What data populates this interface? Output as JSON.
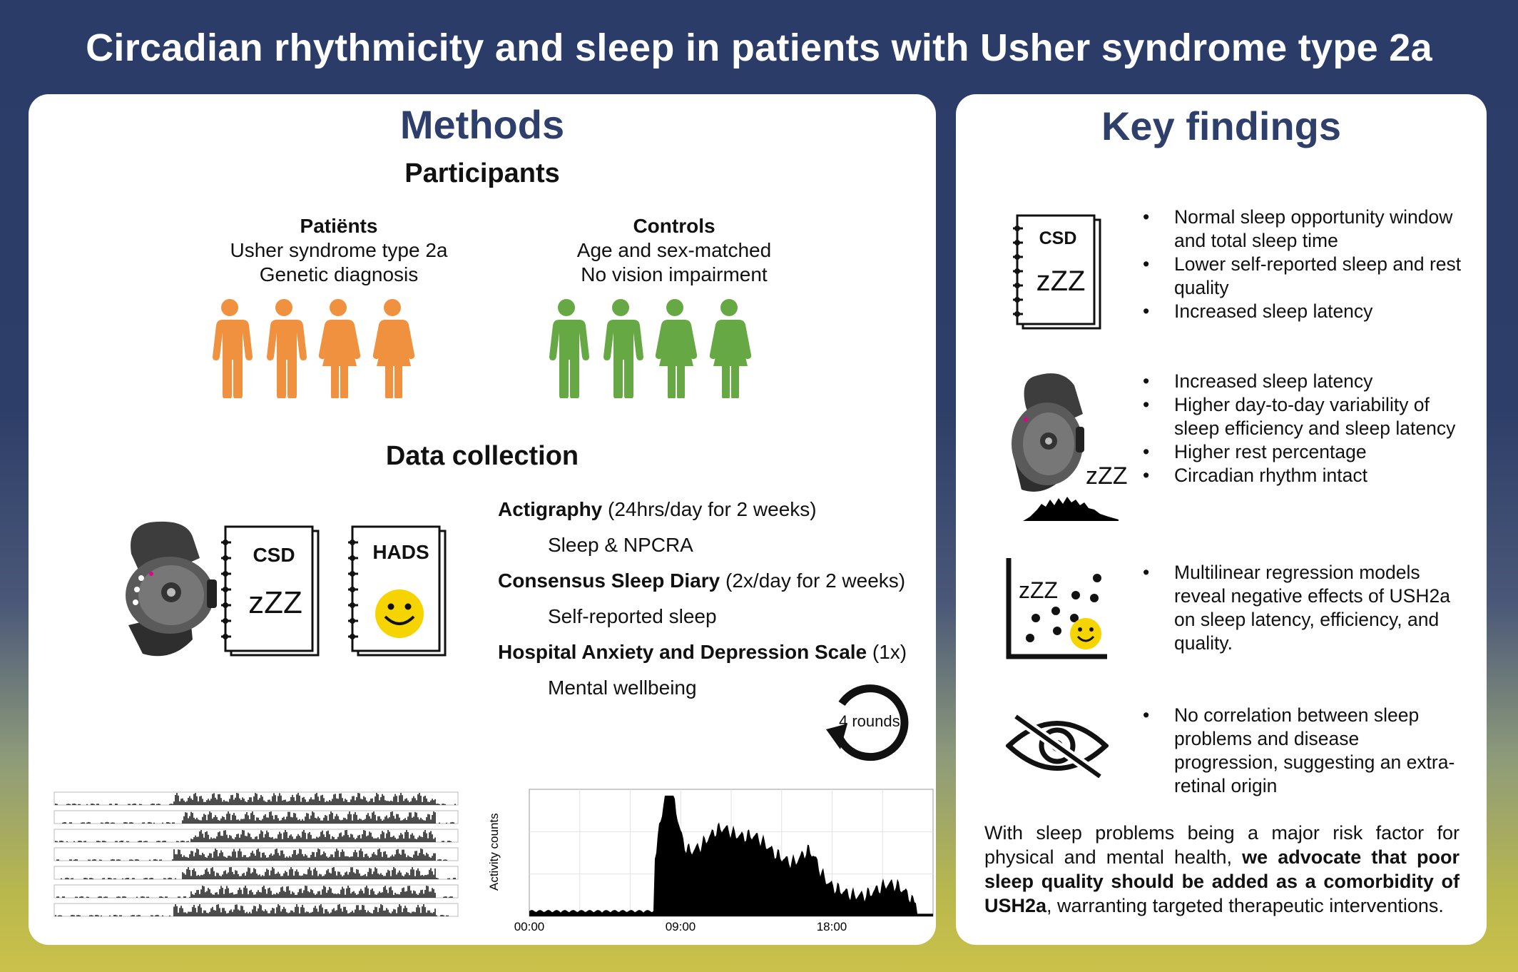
{
  "title": "Circadian rhythmicity and sleep in patients with Usher syndrome type 2a",
  "methods": {
    "heading": "Methods",
    "participants_heading": "Participants",
    "patients": {
      "title": "Patiënts",
      "line1": "Usher syndrome type 2a",
      "line2": "Genetic diagnosis",
      "figure_color": "#f0913f"
    },
    "controls": {
      "title": "Controls",
      "line1": "Age and sex-matched",
      "line2": "No vision impairment",
      "figure_color": "#66a944"
    },
    "data_collection_heading": "Data collection",
    "notebook_csd_label": "CSD",
    "notebook_hads_label": "HADS",
    "zzz": "zZZ",
    "items": [
      {
        "bold": "Actigraphy",
        "rest": " (24hrs/day for 2 weeks)"
      },
      {
        "sub": "Sleep & NPCRA"
      },
      {
        "bold": "Consensus Sleep Diary",
        "rest": " (2x/day for 2 weeks)"
      },
      {
        "sub": "Self-reported sleep"
      },
      {
        "bold": "Hospital Anxiety and Depression Scale",
        "rest": " (1x)"
      },
      {
        "sub": "Mental wellbeing"
      }
    ],
    "rounds_label": "4 rounds",
    "activity_chart": {
      "ylabel": "Activity counts",
      "xticks": [
        "00:00",
        "09:00",
        "18:00"
      ]
    }
  },
  "findings": {
    "heading": "Key findings",
    "csd_label": "CSD",
    "zzz": "zZZ",
    "group1": [
      "Normal sleep opportunity window and total sleep time",
      "Lower self-reported sleep and rest quality",
      "Increased sleep latency"
    ],
    "group2": [
      "Increased sleep latency",
      "Higher day-to-day variability of sleep efficiency and sleep latency",
      "Higher rest percentage",
      "Circadian rhythm intact"
    ],
    "group3": [
      "Multilinear regression models reveal negative effects of USH2a on sleep latency, efficiency, and quality."
    ],
    "group4": [
      "No correlation between sleep problems and disease progression, suggesting an extra-retinal origin"
    ],
    "conclusion": {
      "part1": "With sleep problems being a major risk factor for physical and mental health, ",
      "bold1": "we advocate that poor sleep quality should be added as a comorbidity of USH2a",
      "part2": ", warranting targeted therapeutic interventions."
    }
  },
  "colors": {
    "navy": "#2b3c69",
    "heading_blue": "#2f3f6c",
    "smiley_yellow": "#f6d400"
  }
}
